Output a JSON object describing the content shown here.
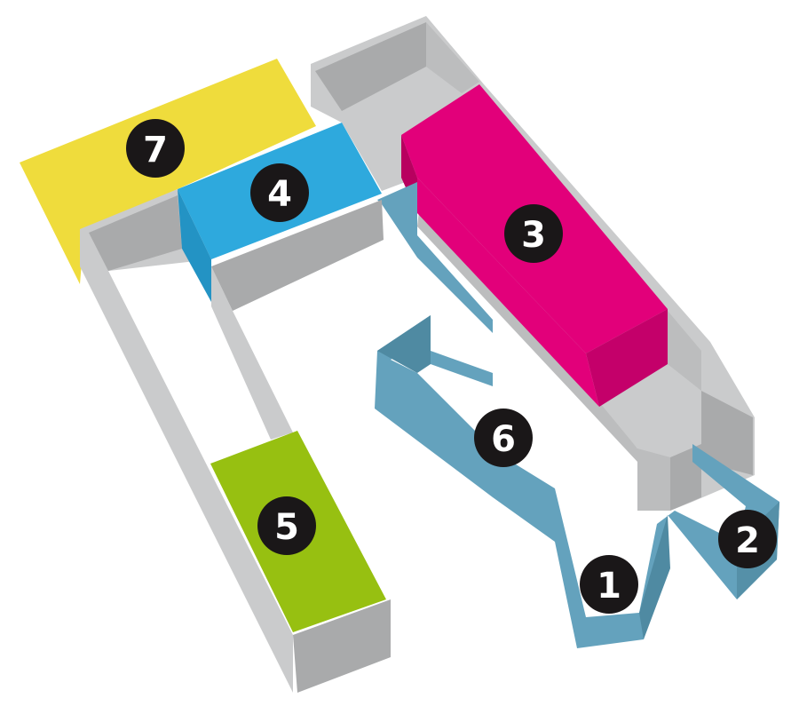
{
  "zones": [
    {
      "label": "1",
      "color": "#64a2bd"
    },
    {
      "label": "2",
      "color": "#64a2bd"
    },
    {
      "label": "3",
      "color": "#e2007a"
    },
    {
      "label": "4",
      "color": "#2ea9dd"
    },
    {
      "label": "5",
      "color": "#97c011"
    },
    {
      "label": "6",
      "color": "#64a2bd"
    },
    {
      "label": "7",
      "color": "#efdc3c"
    }
  ],
  "colors": {
    "wall_top": "#cacbcc",
    "wall_side": "#a9aaab",
    "badge": "#1a1718"
  }
}
